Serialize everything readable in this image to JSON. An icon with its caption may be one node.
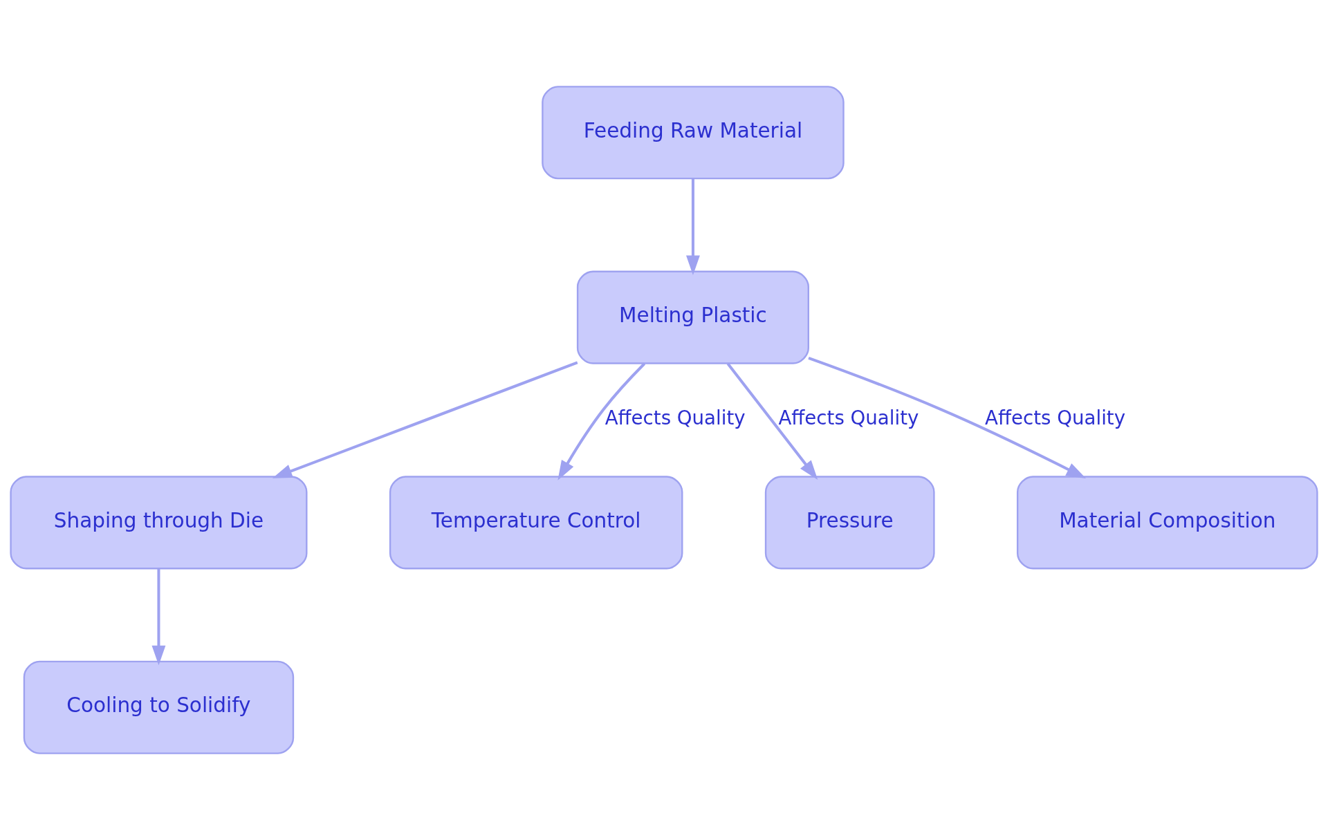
{
  "diagram": {
    "nodes": [
      {
        "text": [
          "Feeding Raw Material"
        ]
      },
      {
        "text": [
          "Melting Plastic"
        ]
      },
      {
        "text": [
          "Shaping through Die"
        ]
      },
      {
        "text": [
          "Temperature Control"
        ]
      },
      {
        "text": [
          "Pressure"
        ]
      },
      {
        "text": [
          "Material Composition"
        ]
      },
      {
        "text": [
          "Cooling to Solidify"
        ]
      }
    ],
    "edges": [
      {
        "from": 0,
        "to": 1,
        "arrow": "to"
      },
      {
        "from": 1,
        "to": 2,
        "arrow": "to"
      },
      {
        "from": 1,
        "to": 3,
        "arrow": "to",
        "label": "Affects Quality"
      },
      {
        "from": 1,
        "to": 4,
        "arrow": "to",
        "label": "Affects Quality"
      },
      {
        "from": 1,
        "to": 5,
        "arrow": "to",
        "label": "Affects Quality"
      },
      {
        "from": 2,
        "to": 6,
        "arrow": "to"
      }
    ]
  }
}
